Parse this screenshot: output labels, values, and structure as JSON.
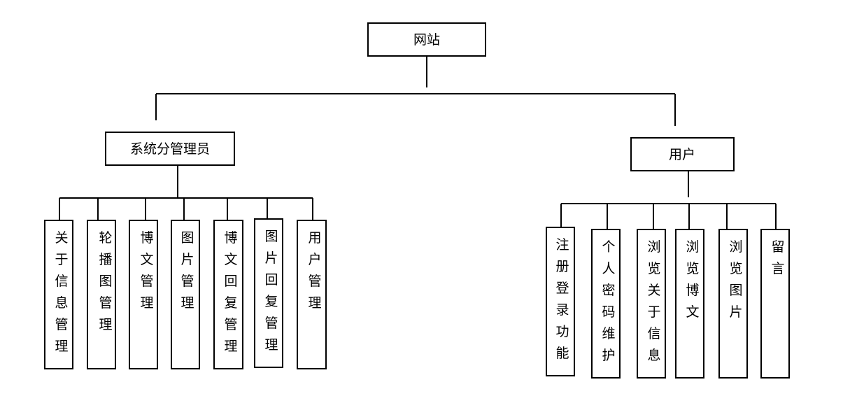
{
  "root": {
    "label": "网站"
  },
  "branches": [
    {
      "label": "系统分管理员",
      "children": [
        "关于信息管理",
        "轮播图管理",
        "博文管理",
        "图片管理",
        "博文回复管理",
        "图片回复管理",
        "用户管理"
      ]
    },
    {
      "label": "用户",
      "children": [
        "注册登录功能",
        "个人密码维护",
        "浏览关于信息",
        "浏览博文",
        "浏览图片",
        "留言"
      ]
    }
  ],
  "colors": {
    "line": "#000000",
    "box_fill": "#ffffff",
    "text": "#000000"
  }
}
